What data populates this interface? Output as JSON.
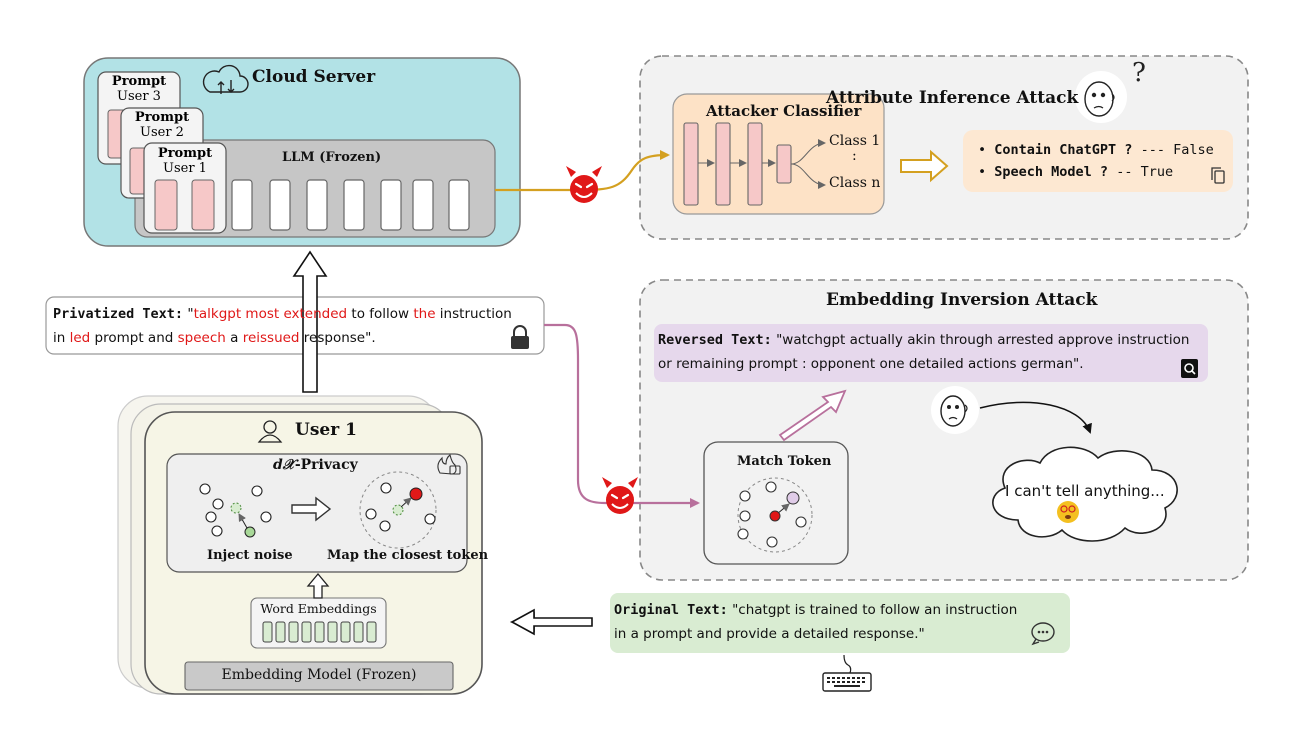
{
  "cloud_server": {
    "title": "Cloud Server",
    "llm_label": "LLM (Frozen)",
    "prompt_cards": [
      {
        "title": "Prompt",
        "user": "User 3"
      },
      {
        "title": "Prompt",
        "user": "User 2"
      },
      {
        "title": "Prompt",
        "user": "User 1"
      }
    ]
  },
  "attribute_attack": {
    "title": "Attribute Inference Attack",
    "classifier_title": "Attacker Classifier",
    "class_first": "Class 1",
    "class_dots": ":",
    "class_last": "Class n",
    "question_mark": "?",
    "results": [
      {
        "label": "Contain ChatGPT ?",
        "value": " --- False"
      },
      {
        "label": "Speech Model ?",
        "value": " -- True"
      }
    ]
  },
  "embedding_attack": {
    "title": "Embedding Inversion Attack",
    "reversed_label": "Reversed Text:",
    "reversed_line1": " \"watchgpt actually akin through arrested approve instruction",
    "reversed_line2": "or remaining prompt : opponent one detailed actions german\".",
    "match_token": "Match Token",
    "thought": "I can't tell anything..."
  },
  "privatized": {
    "label": "Privatized Text:",
    "line1": [
      {
        "t": " \"",
        "red": false
      },
      {
        "t": "talkgpt most extended",
        "red": true
      },
      {
        "t": " to follow ",
        "red": false
      },
      {
        "t": "the",
        "red": true
      },
      {
        "t": " instruction",
        "red": false
      }
    ],
    "line2": [
      {
        "t": "in ",
        "red": false
      },
      {
        "t": "led",
        "red": true
      },
      {
        "t": " prompt and ",
        "red": false
      },
      {
        "t": "speech",
        "red": true
      },
      {
        "t": " a ",
        "red": false
      },
      {
        "t": "reissued",
        "red": true
      },
      {
        "t": " response\".",
        "red": false
      }
    ]
  },
  "user": {
    "title": "User 1",
    "privacy_math": "d𝒳",
    "privacy_suffix": "-Privacy",
    "inject_noise": "Inject noise",
    "map_closest": "Map the closest token",
    "word_embeddings": "Word Embeddings",
    "embedding_model": "Embedding Model (Frozen)"
  },
  "original": {
    "label": "Original Text:",
    "line1": " \"chatgpt is trained to follow an instruction",
    "line2": "in a prompt and provide a detailed response.\""
  },
  "colors": {
    "cloud_bg": "#b2e2e6",
    "llm_gray": "#c6c6c6",
    "pink": "#f6c8c8",
    "classifier_bg": "#fde2c6",
    "result_bg": "#fde8d2",
    "reversed_bg": "#e6d8ec",
    "original_bg": "#d9ecd2",
    "user_bg": "#f6f5e6",
    "attack_panel": "#f2f2f2",
    "arrow_gold": "#d4a020",
    "arrow_purple": "#b8709c",
    "red_node": "#e01818"
  },
  "icons": [
    "cloud-sync-icon",
    "devil-icon",
    "thinking-face-icon",
    "copy-icon",
    "lock-icon",
    "user-icon",
    "fire-icon",
    "search-doc-icon",
    "confused-emoji-icon",
    "chat-bubble-icon",
    "keyboard-icon"
  ]
}
